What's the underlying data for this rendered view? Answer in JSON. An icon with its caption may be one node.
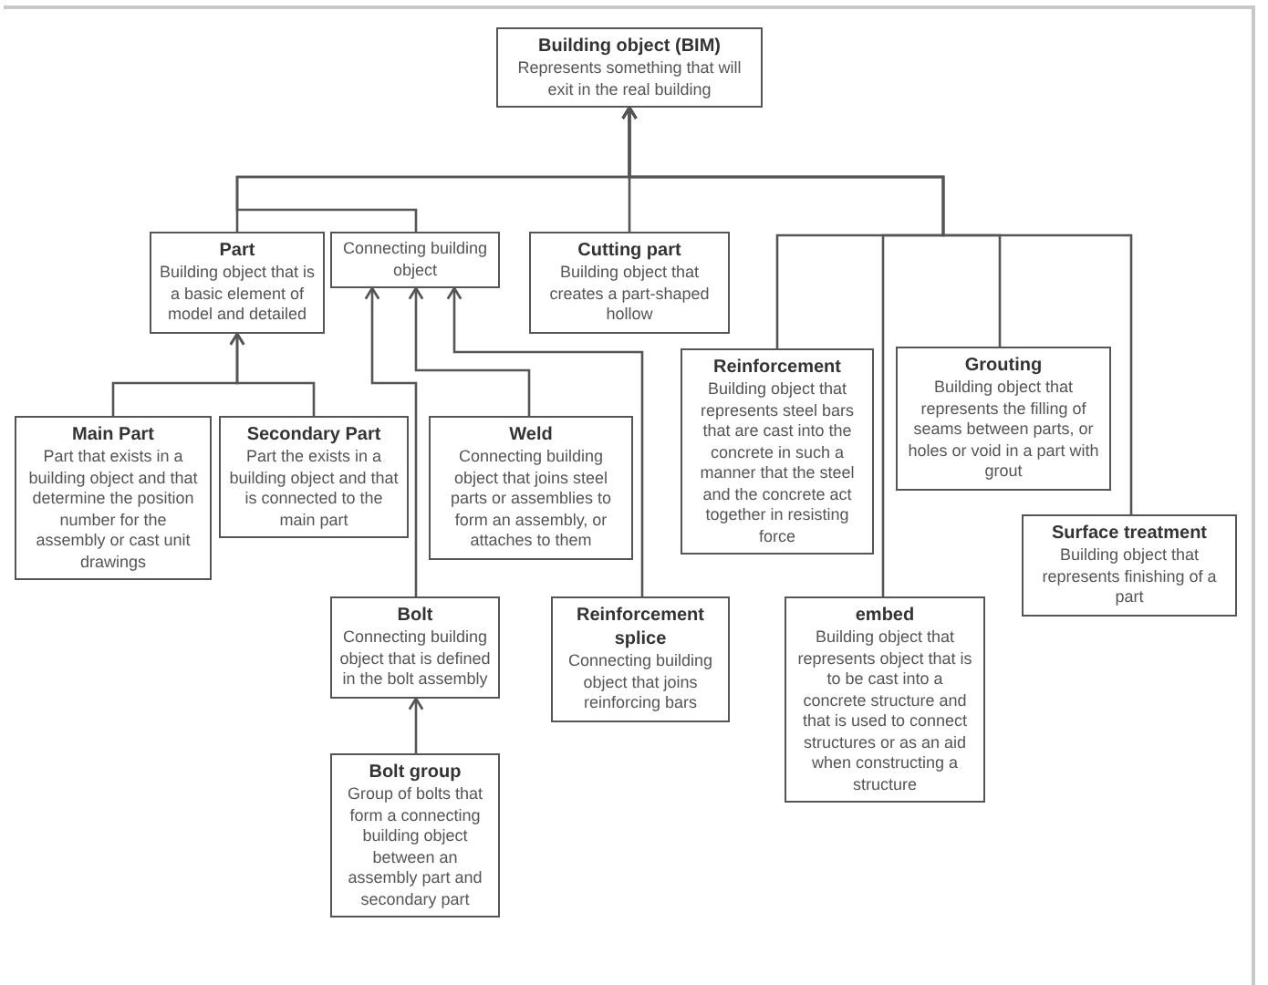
{
  "diagram": {
    "nodes": [
      {
        "text": [
          "Building object (BIM)",
          "Represents something that will exit in the real building"
        ]
      },
      {
        "text": [
          "Part",
          "Building object that is a basic element of model and detailed"
        ]
      },
      {
        "text": [
          "Connecting building object"
        ]
      },
      {
        "text": [
          "Cutting part",
          "Building object that creates a part-shaped hollow"
        ]
      },
      {
        "text": [
          "Reinforcement",
          "Building object that represents steel bars that are cast into the concrete in such a manner that the steel and the concrete act together in resisting force"
        ]
      },
      {
        "text": [
          "Grouting",
          "Building object that represents the filling of seams between parts, or holes or void in a part with grout"
        ]
      },
      {
        "text": [
          "Main Part",
          "Part that exists in a building object and that determine the position number for the assembly or cast unit drawings"
        ]
      },
      {
        "text": [
          "Secondary Part",
          "Part the exists in a building object and that is connected to the main part"
        ]
      },
      {
        "text": [
          "Weld",
          "Connecting building object that joins steel parts or assemblies to form an assembly, or attaches to them"
        ]
      },
      {
        "text": [
          "Bolt",
          "Connecting building object that is defined in the bolt assembly"
        ]
      },
      {
        "text": [
          "Reinforcement splice",
          "Connecting building object that joins reinforcing bars"
        ]
      },
      {
        "text": [
          "embed",
          "Building object that represents object that is to be cast into a concrete structure and that is used to connect structures or as an aid when constructing a structure"
        ]
      },
      {
        "text": [
          "Surface treatment",
          "Building object that represents finishing of a part"
        ]
      },
      {
        "text": [
          "Bolt group",
          "Group of bolts that form a connecting building object between an assembly part and secondary part"
        ]
      }
    ],
    "edges": [
      {
        "from": 1,
        "to": 0,
        "arrow": "to"
      },
      {
        "from": 2,
        "to": 0,
        "arrow": "to"
      },
      {
        "from": 3,
        "to": 0,
        "arrow": "to"
      },
      {
        "from": 4,
        "to": 0,
        "arrow": "to"
      },
      {
        "from": 11,
        "to": 0,
        "arrow": "to"
      },
      {
        "from": 5,
        "to": 0,
        "arrow": "to"
      },
      {
        "from": 12,
        "to": 0,
        "arrow": "to"
      },
      {
        "from": 6,
        "to": 1,
        "arrow": "to"
      },
      {
        "from": 7,
        "to": 1,
        "arrow": "to"
      },
      {
        "from": 9,
        "to": 2,
        "arrow": "to"
      },
      {
        "from": 8,
        "to": 2,
        "arrow": "to"
      },
      {
        "from": 10,
        "to": 2,
        "arrow": "to"
      },
      {
        "from": 13,
        "to": 9,
        "arrow": "to"
      }
    ]
  }
}
